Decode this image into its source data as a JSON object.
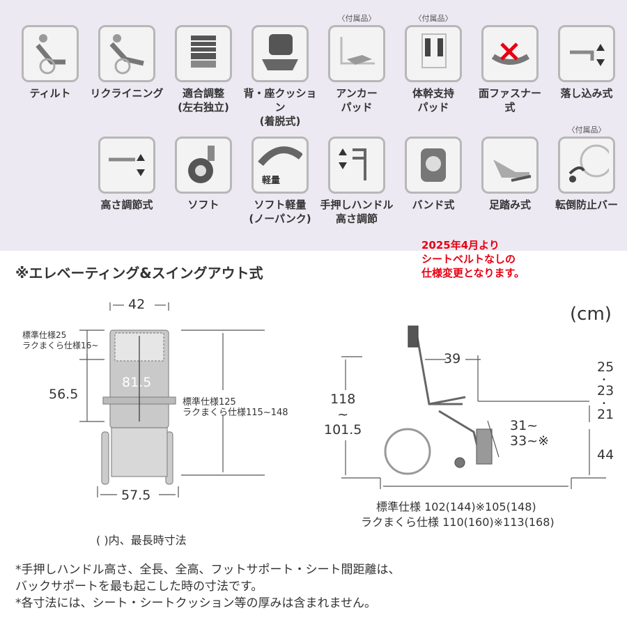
{
  "features": [
    {
      "label": "ティルト",
      "accessory": "",
      "icon": "tilt-icon"
    },
    {
      "label": "リクライニング",
      "accessory": "",
      "icon": "reclining-icon"
    },
    {
      "label": "適合調整\n(左右独立)",
      "accessory": "",
      "icon": "fit-adjust-icon"
    },
    {
      "label": "背・座クッション\n(着脱式)",
      "accessory": "",
      "icon": "cushion-icon"
    },
    {
      "label": "アンカー\nパッド",
      "accessory": "〈付属品〉",
      "icon": "anchor-pad-icon"
    },
    {
      "label": "体幹支持\nパッド",
      "accessory": "〈付属品〉",
      "icon": "trunk-pad-icon"
    },
    {
      "label": "面ファスナー\n式",
      "accessory": "",
      "icon": "velcro-icon"
    },
    {
      "label": "落し込み式",
      "accessory": "",
      "icon": "drop-in-icon"
    },
    {
      "label": "高さ調節式",
      "accessory": "",
      "icon": "height-adjust-icon"
    },
    {
      "label": "ソフト",
      "accessory": "",
      "icon": "soft-tire-icon"
    },
    {
      "label": "ソフト軽量\n(ノーパンク)",
      "accessory": "",
      "icon": "light-tire-icon",
      "badge": "軽量"
    },
    {
      "label": "手押しハンドル\n高さ調節",
      "accessory": "",
      "icon": "handle-height-icon"
    },
    {
      "label": "バンド式",
      "accessory": "",
      "icon": "band-icon"
    },
    {
      "label": "足踏み式",
      "accessory": "",
      "icon": "foot-brake-icon"
    },
    {
      "label": "転倒防止バー",
      "accessory": "〈付属品〉",
      "icon": "anti-tip-icon"
    }
  ],
  "notice": "2025年4月より\nシートベルトなしの\n仕様変更となります。",
  "section_title": "※エレベーティング&スイングアウト式",
  "unit": "(cm)",
  "front": {
    "width_top": "42",
    "head_spec": "標準仕様25\nラクまくら仕様16~",
    "back_height": "81.5",
    "seat_height": "56.5",
    "total_height": "標準仕様125\nラクまくら仕様115~148",
    "width_bottom": "57.5"
  },
  "side": {
    "height": "118\n~\n101.5",
    "depth": "39",
    "leg": "31~\n33~※",
    "right_top": "25",
    "right_mid": "23",
    "right_low": "21",
    "right_bottom": "44",
    "length_std": "標準仕様 102(144)※105(148)",
    "length_raku": "ラクまくら仕様 110(160)※113(168)"
  },
  "paren_note": "( )内、最長時寸法",
  "footnotes": "*手押しハンドル高さ、全長、全高、フットサポート・シート間距離は、\n  バックサポートを最も起こした時の寸法です。\n*各寸法には、シート・シートクッション等の厚みは含まれません。"
}
